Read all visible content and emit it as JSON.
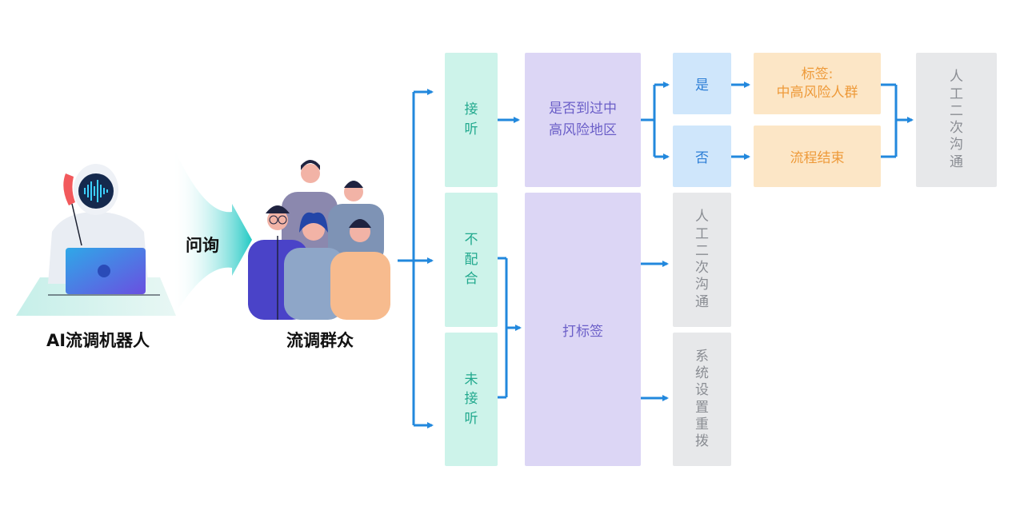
{
  "left": {
    "robot_caption": "AI流调机器人",
    "inquiry_label": "问询",
    "crowd_caption": "流调群众"
  },
  "flow": {
    "answered": "接听",
    "uncooperative": "不配合",
    "not_answered": "未接听",
    "question": "是否到过中高风险地区",
    "tag_action": "打标签",
    "yes": "是",
    "no": "否",
    "tag_label_line1": "标签:",
    "tag_label_line2": "中高风险人群",
    "process_end": "流程结束",
    "manual_followup_top": "人工二次沟通",
    "manual_followup_mid": "人工二次沟通",
    "system_redial": "系统设置重拨"
  },
  "colors": {
    "teal": "#cdf3ea",
    "purple": "#dcd6f5",
    "blue": "#cfe6fb",
    "orange": "#fce6c6",
    "gray": "#e7e8ea",
    "arrow": "#2288dd"
  }
}
